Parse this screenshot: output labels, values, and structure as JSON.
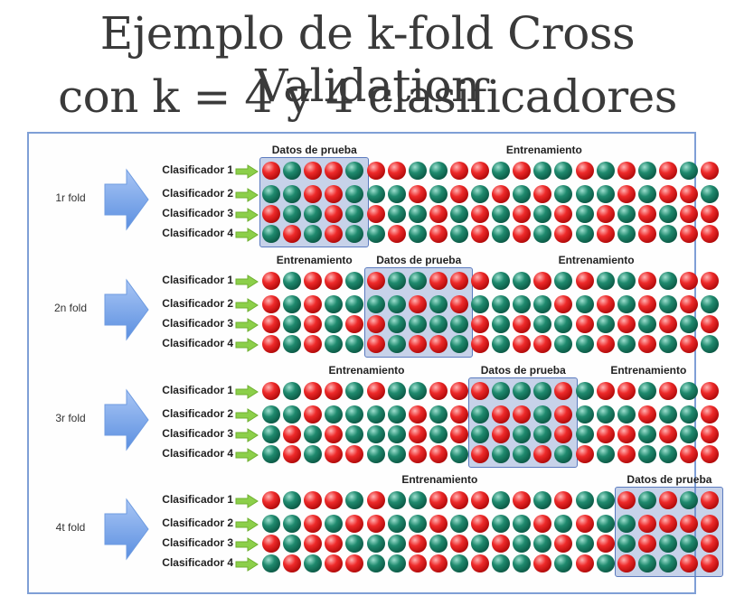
{
  "title": {
    "line1": "Ejemplo de k-fold Cross Validation",
    "line2": "con k = 4 y 4 clasificadores"
  },
  "labels": {
    "test": "Datos de prueba",
    "train": "Entrenamiento"
  },
  "classifiers": [
    "Clasificador 1",
    "Clasificador 2",
    "Clasificador 3",
    "Clasificador 4"
  ],
  "colors": {
    "red": "#e02020",
    "green": "#117a60",
    "highlight": "#6e8cc8",
    "arrow": "#5b8fe0",
    "small_arrow": "#8ccf4a"
  },
  "folds": [
    {
      "label": "1r fold",
      "test_range": [
        0,
        5
      ],
      "rows": [
        "rgrrgrrggrrgrggrgrgrgr",
        "ggrrgggrgrgrgrgggrgrrg",
        "rggrgrggrgrgrgrgrgrgrr",
        "grgrggrgrgrgrgrgrgrgrr"
      ]
    },
    {
      "label": "2n fold",
      "test_range": [
        5,
        10
      ],
      "rows": [
        "rgrrgrggrrrggrgrggrgrr",
        "rgrggggrgrggggrgrgrgrg",
        "rgrgrrggggrgrggrgrgrgr",
        "rgrggrgrrgrgrrggrgrgrg"
      ]
    },
    {
      "label": "3r fold",
      "test_range": [
        10,
        15
      ],
      "rows": [
        "rgrrgrggrrrgggrgrrgrgr",
        "ggrggggrgrgrrgrgggrggr",
        "grgrgggrgrgrggrgrrgrgr",
        "grgrrggrrgrggrgrgrggrr"
      ]
    },
    {
      "label": "4t fold",
      "test_range": [
        17,
        22
      ],
      "rows": [
        "rgrrgrggrrrgrgrggrgrgr",
        "ggrgrrggrgrggrgrggrrrr",
        "rgrrgggrgrgrggrgrgrggr",
        "grgrrggrrgrggrgrgrggrr"
      ]
    }
  ]
}
